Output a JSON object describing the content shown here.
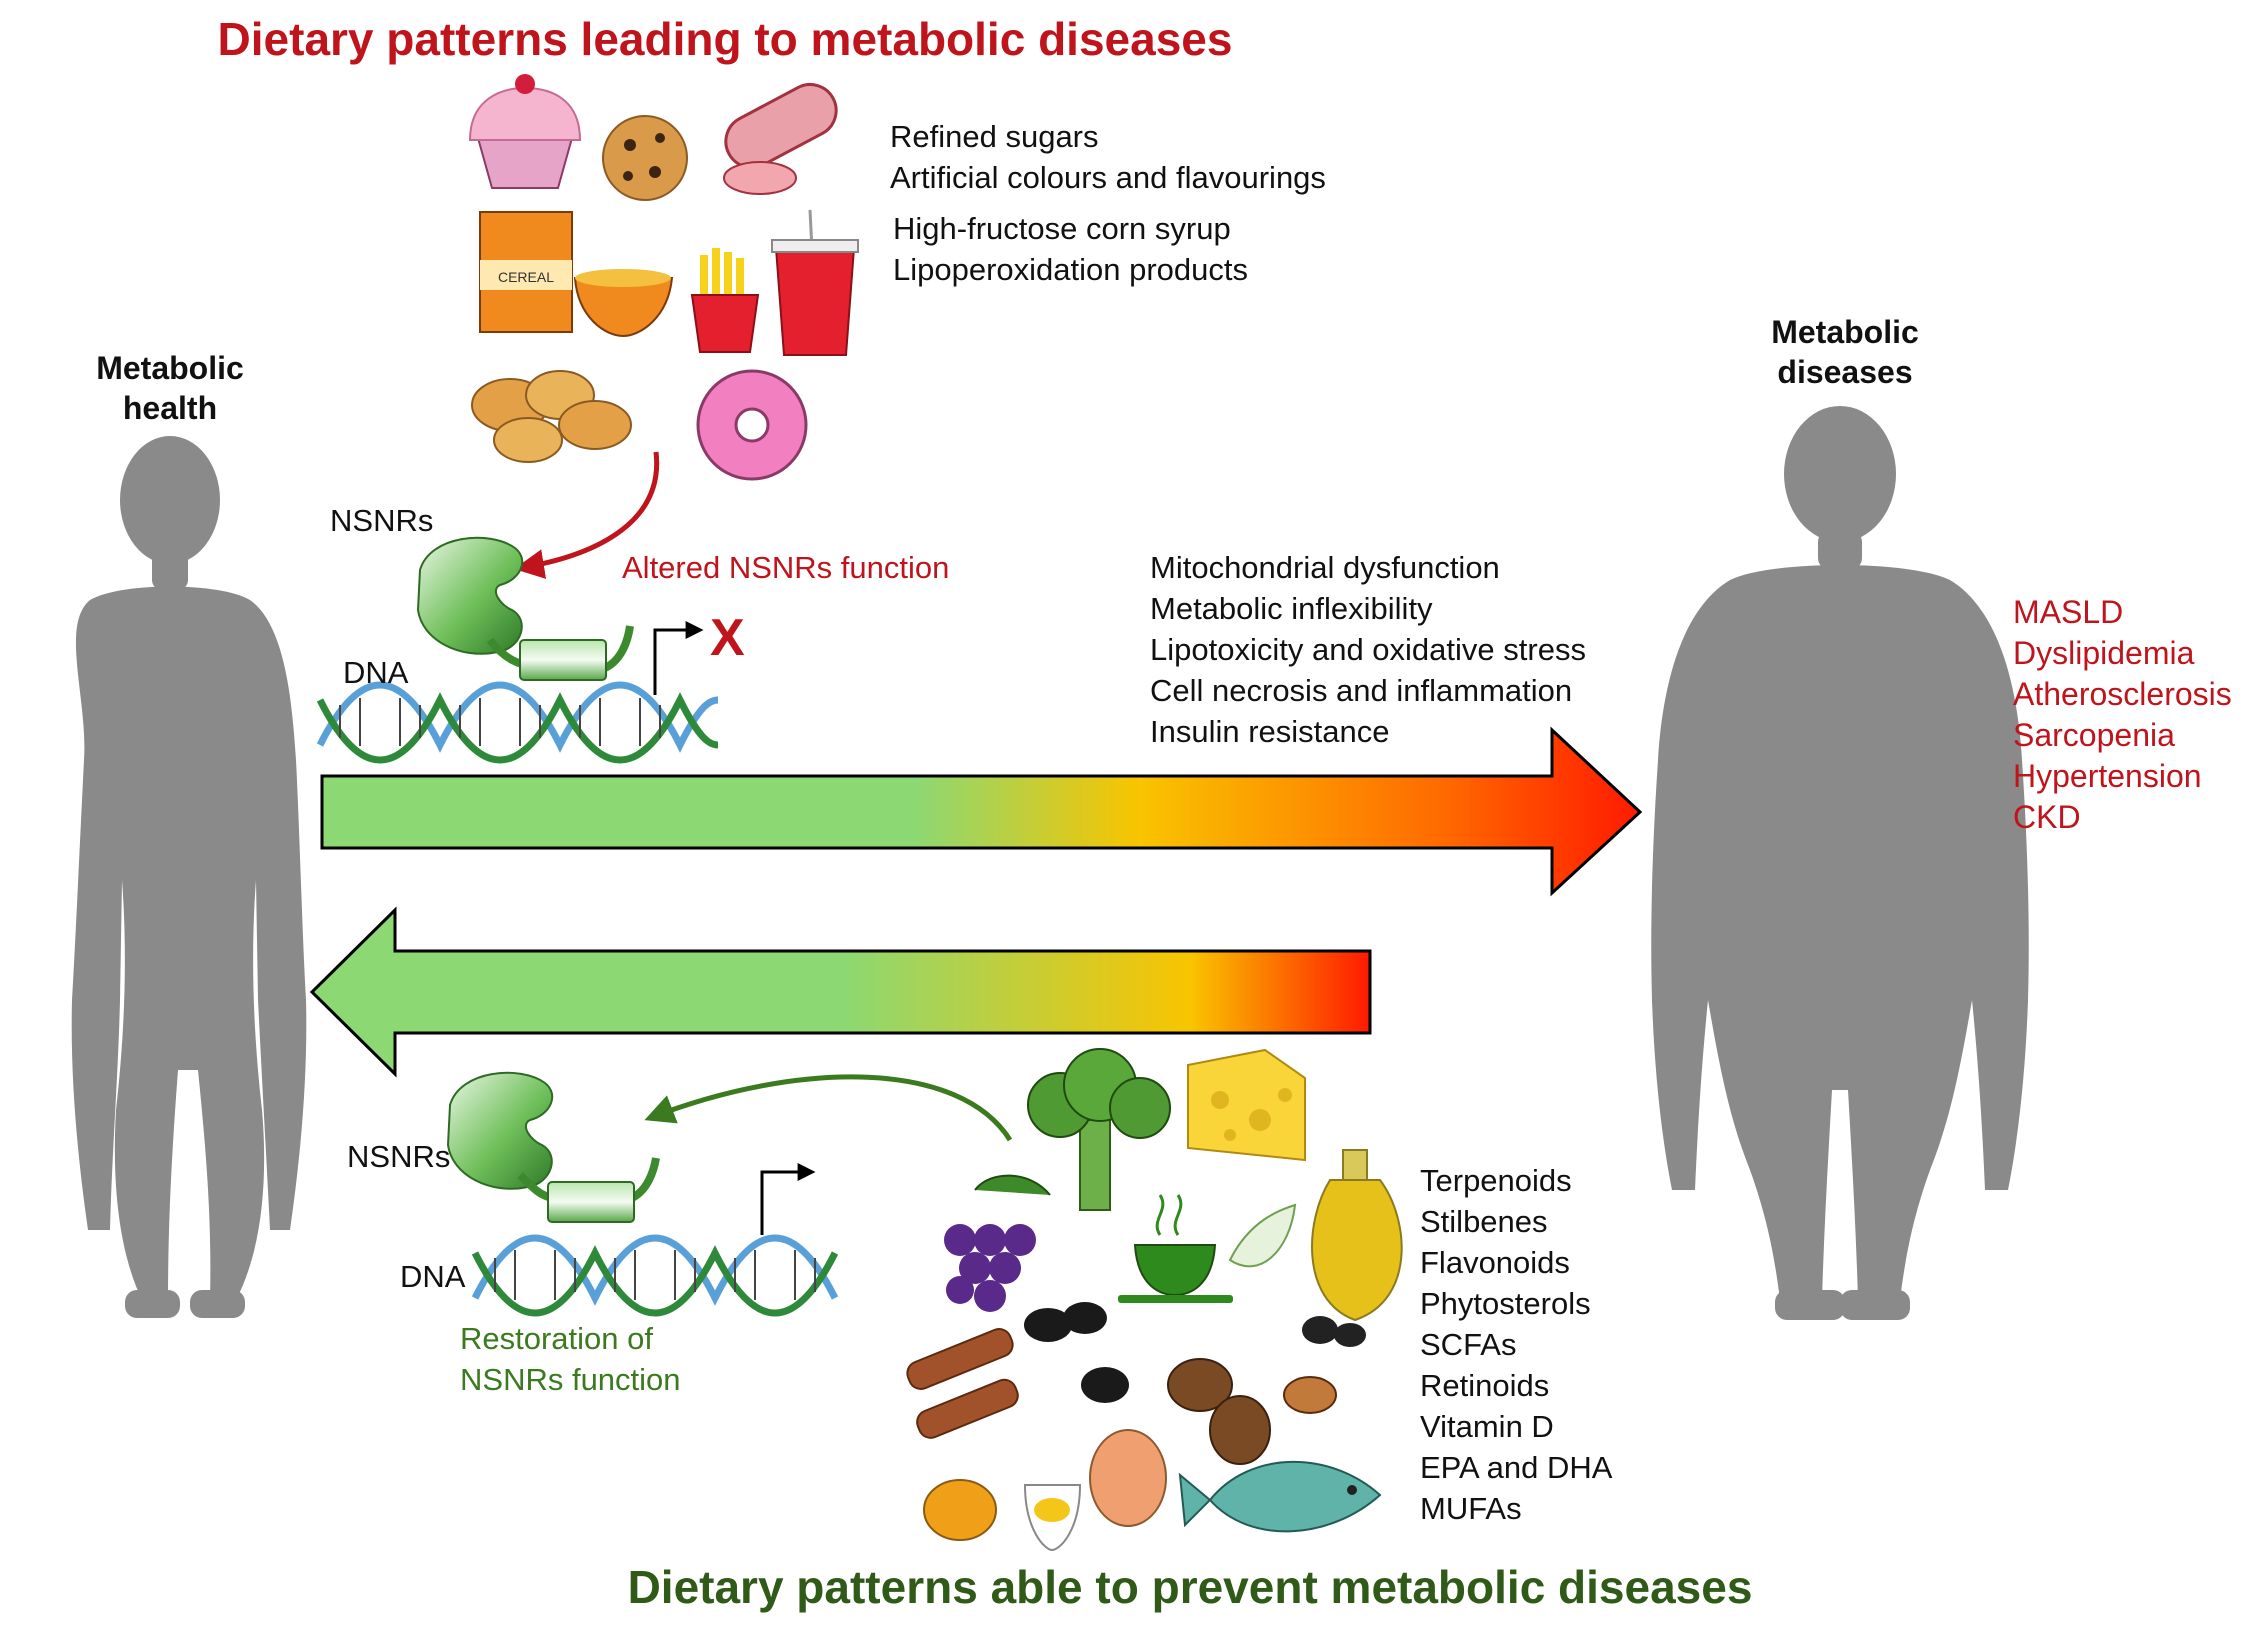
{
  "titles": {
    "top": "Dietary patterns leading to metabolic diseases",
    "bottom": "Dietary patterns able to prevent metabolic diseases"
  },
  "people": {
    "left_label": [
      "Metabolic",
      "health"
    ],
    "right_label": [
      "Metabolic",
      "diseases"
    ]
  },
  "unhealthy_components": [
    "Refined sugars",
    "Artificial colours and flavourings",
    "High-fructose corn syrup",
    "Lipoperoxidation products"
  ],
  "mechanism_top": {
    "receptor_label": "NSNRs",
    "dna_label": "DNA",
    "effect": "Altered NSNRs function",
    "block_mark": "X"
  },
  "mechanism_bottom": {
    "receptor_label": "NSNRs",
    "dna_label": "DNA",
    "effect": [
      "Restoration of",
      "NSNRs function"
    ]
  },
  "dysfunctions": [
    "Mitochondrial dysfunction",
    "Metabolic inflexibility",
    "Lipotoxicity and oxidative stress",
    "Cell necrosis and inflammation",
    "Insulin resistance"
  ],
  "diseases": [
    "MASLD",
    "Dyslipidemia",
    "Atherosclerosis",
    "Sarcopenia",
    "Hypertension",
    "CKD"
  ],
  "bioactives": [
    "Terpenoids",
    "Stilbenes",
    "Flavonoids",
    "Phytosterols",
    "SCFAs",
    "Retinoids",
    "Vitamin D",
    "EPA and DHA",
    "MUFAs"
  ],
  "food_icons": {
    "unhealthy": [
      "cupcake-icon",
      "cookie-icon",
      "salami-icon",
      "cereal-box-icon",
      "cereal-bowl-icon",
      "french-fries-icon",
      "soda-cup-icon",
      "chicken-nuggets-icon",
      "donut-icon"
    ],
    "healthy": [
      "broccoli-icon",
      "cheese-icon",
      "grapes-icon",
      "green-tea-icon",
      "olive-oil-icon",
      "black-beans-icon",
      "cinnamon-icon",
      "pecan-icon",
      "egg-icon",
      "fish-icon"
    ],
    "cereal_box_text": "CEREAL"
  },
  "colors": {
    "title_red": "#c0141c",
    "title_green": "#2f5a18",
    "silhouette": "#8a8a8a",
    "arrow_green": "#8cd873",
    "arrow_yellow": "#f9c400",
    "arrow_red": "#ff1a00"
  }
}
